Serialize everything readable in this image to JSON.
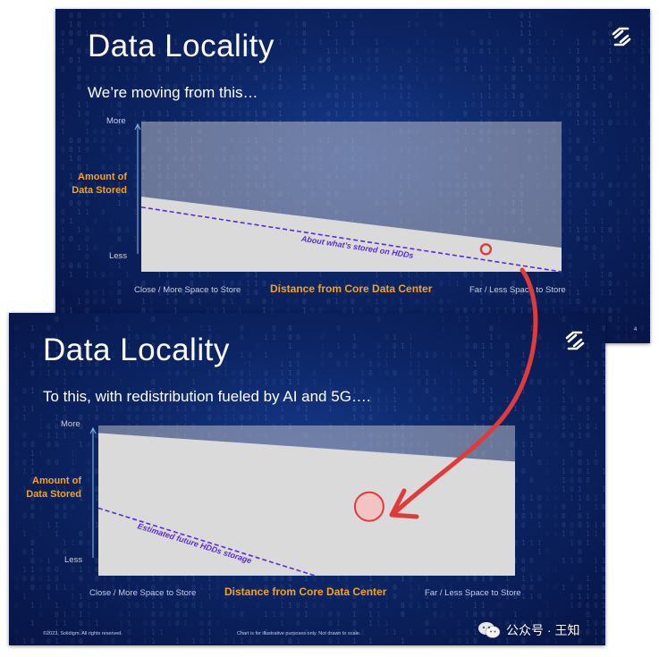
{
  "colors": {
    "slide_bg": "#0c2564",
    "chart_panel": "#b9bcc6",
    "area_fill": "#dadada",
    "hdd_line": "#5a2bd6",
    "accent_orange": "#f7a21b",
    "arrow_red": "#e03a3a",
    "marker_fill": "#f4c4c4",
    "marker_stroke": "#e03a3a"
  },
  "icons": {
    "logo": "solidigm-logo-icon",
    "watermark": "wechat-icon"
  },
  "slide_top": {
    "title": "Data Locality",
    "subtitle": "We’re moving from this…",
    "page_number": "4"
  },
  "slide_bottom": {
    "title": "Data Locality",
    "subtitle": "To this, with redistribution fueled by AI and 5G….",
    "copyright": "©2023, Solidigm. All rights reserved.",
    "disclaimer": "Chart is for illustrative purposes only. Not drawn to scale."
  },
  "watermark": {
    "text": "公众号 · 王知"
  },
  "chart_data": [
    {
      "type": "area",
      "x": [
        0,
        1
      ],
      "series": [
        {
          "values": [
            0.5,
            0.16
          ]
        },
        {
          "name": "About what’s stored on HDDs",
          "values": [
            0.43,
            0.0
          ]
        }
      ],
      "ylim": [
        0,
        1
      ],
      "xlim": [
        0,
        1
      ],
      "ylabel": "Amount of Data Stored",
      "xlabel": "Distance from Core Data Center",
      "y_ticks": [
        "More",
        "Less"
      ],
      "x_ticks": [
        "Close / More Space to Store",
        "Far / Less Space to Store"
      ],
      "annotations": [
        {
          "label": "marker",
          "x": 0.82,
          "y": 0.15
        }
      ],
      "grid": false
    },
    {
      "type": "area",
      "x": [
        0,
        1
      ],
      "series": [
        {
          "values": [
            0.95,
            0.76
          ]
        },
        {
          "name": "Estimated future HDDs storage",
          "values": [
            0.45,
            0.0
          ],
          "x_end": 0.52
        }
      ],
      "ylim": [
        0,
        1
      ],
      "xlim": [
        0,
        1
      ],
      "ylabel": "Amount of Data Stored",
      "xlabel": "Distance from Core Data Center",
      "y_ticks": [
        "More",
        "Less"
      ],
      "x_ticks": [
        "Close / More Space to Store",
        "Far / Less Space to Store"
      ],
      "annotations": [
        {
          "label": "marker",
          "x": 0.65,
          "y": 0.46
        }
      ],
      "grid": false
    }
  ]
}
